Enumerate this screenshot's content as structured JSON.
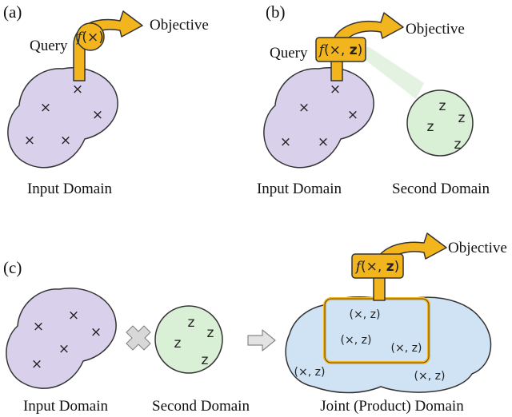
{
  "panels": {
    "a": "(a)",
    "b": "(b)",
    "c": "(c)"
  },
  "labels": {
    "objective": "Objective",
    "query": "Query",
    "input_domain": "Input Domain",
    "second_domain": "Second Domain",
    "joint_domain": "Joint (Product) Domain"
  },
  "functions": {
    "fx_f": "f",
    "fx_args": "(×)",
    "fxz_open": "(×, ",
    "fxz_z": "z",
    "fxz_close": ")"
  },
  "marks": {
    "x": "×",
    "z": "z",
    "pair": "(×, z)"
  },
  "colors": {
    "input_domain": "#d9d0ec",
    "second_domain": "#d9efd6",
    "joint_domain": "#cfe3f5",
    "query_fill": "#f2b51d",
    "query_stroke": "#333333"
  }
}
